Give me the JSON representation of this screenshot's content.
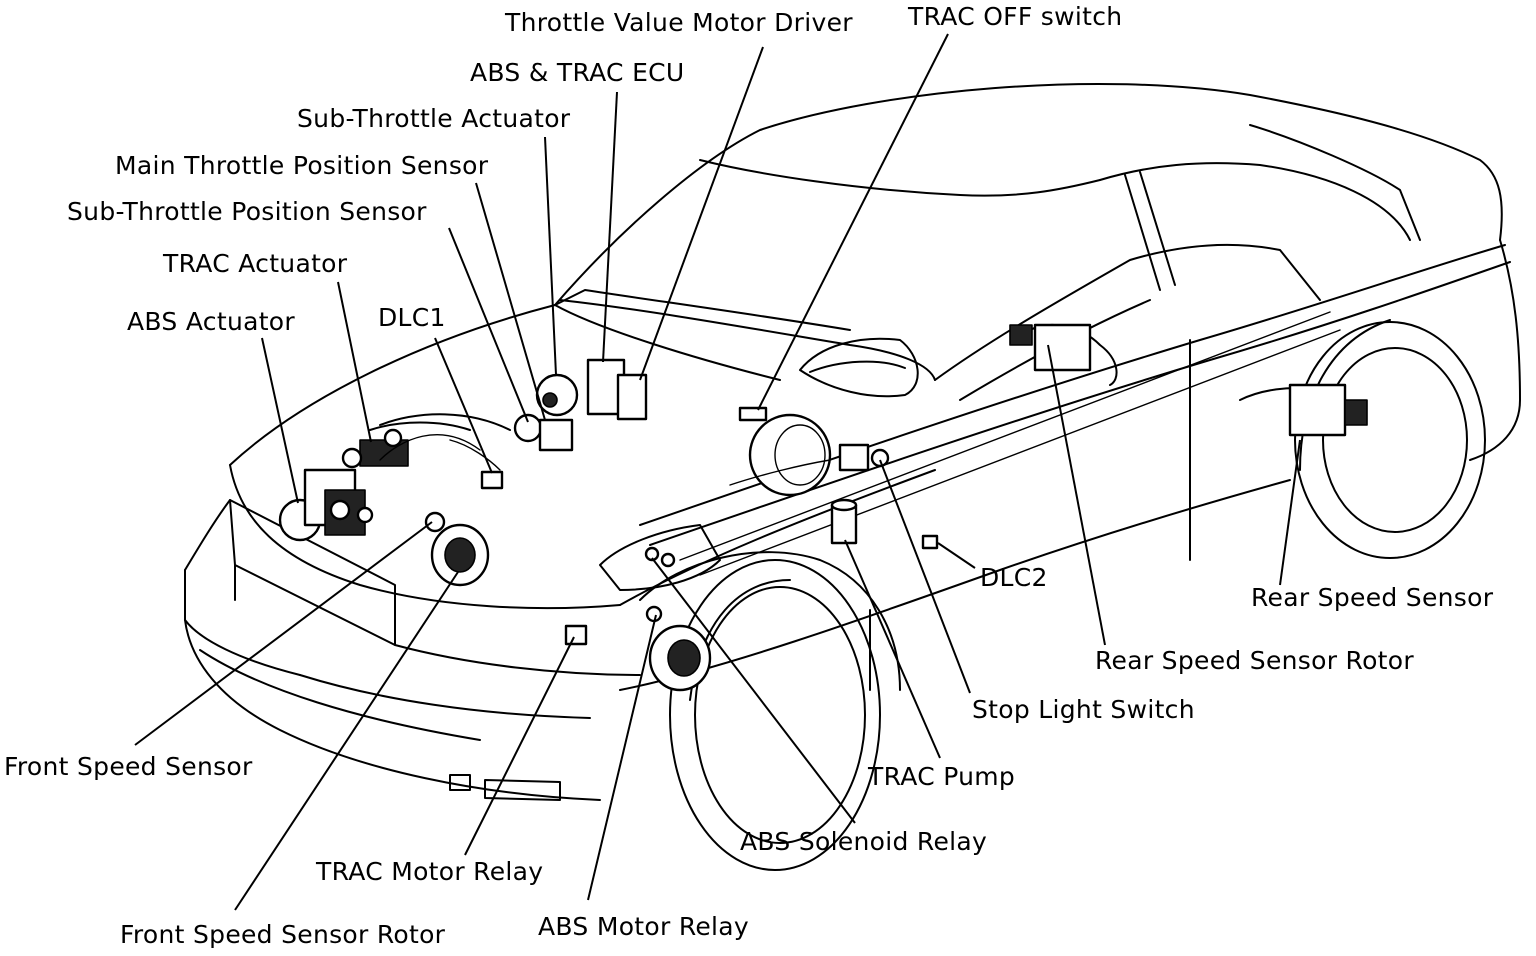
{
  "labels": {
    "throttle_value_motor_driver": "Throttle Value Motor Driver",
    "trac_off_switch": "TRAC OFF switch",
    "abs_trac_ecu": "ABS & TRAC ECU",
    "sub_throttle_actuator": "Sub-Throttle Actuator",
    "main_throttle_position_sensor": "Main Throttle Position Sensor",
    "sub_throttle_position_sensor": "Sub-Throttle Position Sensor",
    "trac_actuator": "TRAC Actuator",
    "abs_actuator": "ABS Actuator",
    "dlc1": "DLC1",
    "dlc2": "DLC2",
    "rear_speed_sensor": "Rear Speed Sensor",
    "rear_speed_sensor_rotor": "Rear Speed Sensor Rotor",
    "stop_light_switch": "Stop Light Switch",
    "trac_pump": "TRAC Pump",
    "abs_solenoid_relay": "ABS Solenoid Relay",
    "front_speed_sensor": "Front Speed Sensor",
    "trac_motor_relay": "TRAC Motor Relay",
    "front_speed_sensor_rotor": "Front Speed Sensor Rotor",
    "abs_motor_relay": "ABS Motor Relay"
  },
  "colors": {
    "ink": "#000000",
    "paper": "#ffffff"
  }
}
